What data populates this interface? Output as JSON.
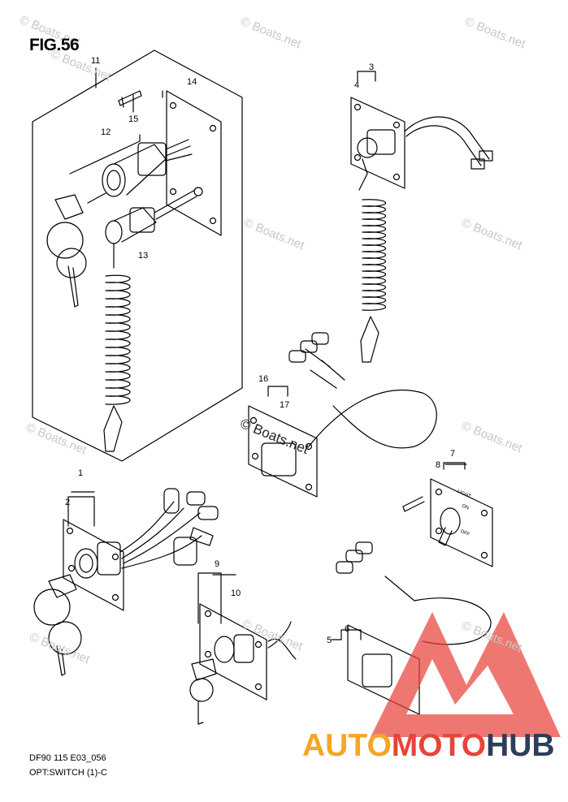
{
  "figure": {
    "title": "FIG.56"
  },
  "footer": {
    "line1": "DF90 115 E03_056",
    "line2": "OPT:SWITCH (1)-C"
  },
  "callouts": {
    "n1": "1",
    "n2": "2",
    "n3": "3",
    "n4": "4",
    "n5": "5",
    "n6": "6",
    "n7": "7",
    "n8": "8",
    "n9": "9",
    "n10": "10",
    "n11": "11",
    "n12": "12",
    "n13": "13",
    "n14": "14",
    "n15": "15",
    "n16": "16",
    "n17": "17"
  },
  "panel_labels": {
    "light": "LIGHT",
    "on": "ON",
    "off": "OFF"
  },
  "watermark": {
    "text": "© Boats.net"
  },
  "brand": {
    "part1": "AUTO",
    "part2": "MOTO",
    "part3": "HUB"
  },
  "colors": {
    "brand_orange": "#f5a623",
    "brand_red": "#e8443a",
    "brand_navy": "#2c3f5a",
    "watermark_gray": "#c8c8c8"
  }
}
